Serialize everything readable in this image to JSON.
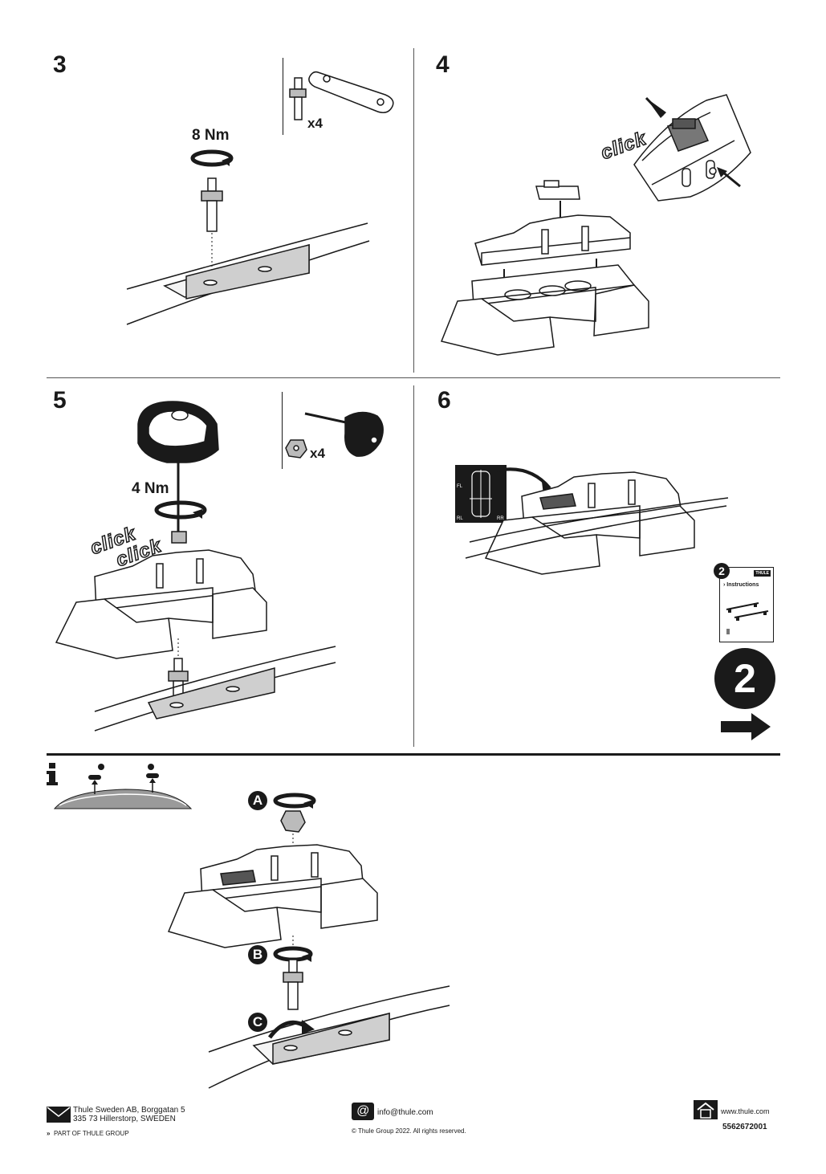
{
  "steps": {
    "s3": {
      "number": "3",
      "torque": "8 Nm",
      "qty": "x4"
    },
    "s4": {
      "number": "4",
      "click": "click"
    },
    "s5": {
      "number": "5",
      "torque": "4 Nm",
      "qty": "x4",
      "click1": "click",
      "click2": "click"
    },
    "s6": {
      "number": "6",
      "pos_fl": "FL",
      "pos_rl": "RL",
      "pos_rr": "RR",
      "booklet_num": "2",
      "booklet_brand": "THULE",
      "booklet_title": "› Instructions",
      "next_num": "2"
    }
  },
  "info": {
    "icon": "info-icon",
    "a": "A",
    "b": "B",
    "c": "C"
  },
  "footer": {
    "address_line1": "Thule Sweden AB, Borggatan 5",
    "address_line2": "335 73 Hillerstorp, SWEDEN",
    "group": "PART OF THULE GROUP",
    "email": "info@thule.com",
    "copyright": "© Thule Group 2022. All rights reserved.",
    "website": "www.thule.com",
    "doc_number": "5562672001"
  }
}
